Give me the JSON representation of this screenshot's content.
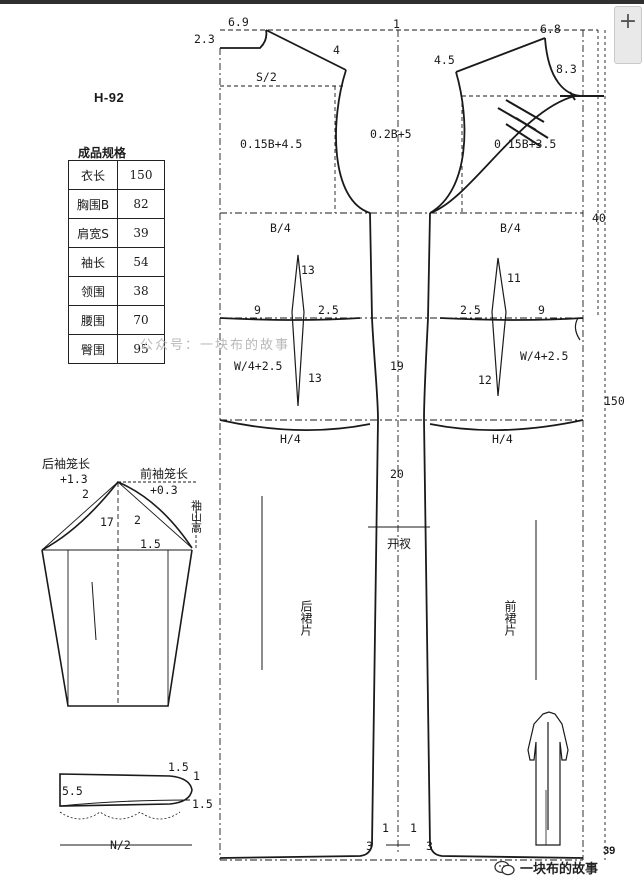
{
  "pattern_code": "H-92",
  "spec_table": {
    "title": "成品规格",
    "rows": [
      {
        "label": "衣长",
        "value": "150"
      },
      {
        "label": "胸围B",
        "value": "82"
      },
      {
        "label": "肩宽S",
        "value": "39"
      },
      {
        "label": "袖长",
        "value": "54"
      },
      {
        "label": "领围",
        "value": "38"
      },
      {
        "label": "腰围",
        "value": "70"
      },
      {
        "label": "臀围",
        "value": "95"
      }
    ]
  },
  "watermark": "公众号：一块布的故事",
  "footer": {
    "brand": "一块布的故事",
    "page": "39",
    "icon": "wechat-icon"
  },
  "toolbar": {
    "plus_label": "+"
  },
  "bodice_labels": {
    "top_center": "1",
    "back_neck_width": "6.9",
    "back_neck_rise": "2.3",
    "front_neck_width": "6.8",
    "front_neck_depth": "8.3",
    "back_shoulder_slope": "4",
    "front_shoulder_slope": "4.5",
    "half_shoulder": "S/2",
    "back_armhole_width": "0.15B+4.5",
    "armhole_depth": "0.2B+5",
    "front_armhole_width": "0.15B+3.5",
    "back_bust": "B/4",
    "front_bust": "B/4",
    "waist_line_depth": "40",
    "total_length": "150",
    "back_dart_upper": "13",
    "back_dart_lower": "13",
    "front_dart_upper": "11",
    "front_dart_lower": "12",
    "back_waist_side": "9",
    "back_waist_small": "2.5",
    "front_waist_small": "2.5",
    "front_waist_side": "9",
    "back_waist_formula": "W/4+2.5",
    "front_waist_formula": "W/4+2.5",
    "waist_to_hip": "19",
    "back_hip": "H/4",
    "front_hip": "H/4",
    "slit_top": "20",
    "slit": "开衩",
    "back_skirt": "后裙片",
    "front_skirt": "前裙片",
    "hem_rise_left": "1",
    "hem_rise_right": "1",
    "hem_flare_left": "3",
    "hem_flare_right": "3"
  },
  "sleeve_labels": {
    "back_armhole_len": "后袖笼长",
    "back_armhole_add": "+1.3",
    "front_armhole_len": "前袖笼长",
    "front_armhole_add": "+0.3",
    "cap_height": "袖山高",
    "cap_back_2": "2",
    "cap_front_2": "2",
    "cap_17": "17",
    "cap_1_5": "1.5"
  },
  "collar_labels": {
    "collar_top": "1.5",
    "collar_side_1": "1",
    "collar_height": "5.5",
    "collar_bottom_1_5": "1.5",
    "collar_length": "N/2"
  }
}
